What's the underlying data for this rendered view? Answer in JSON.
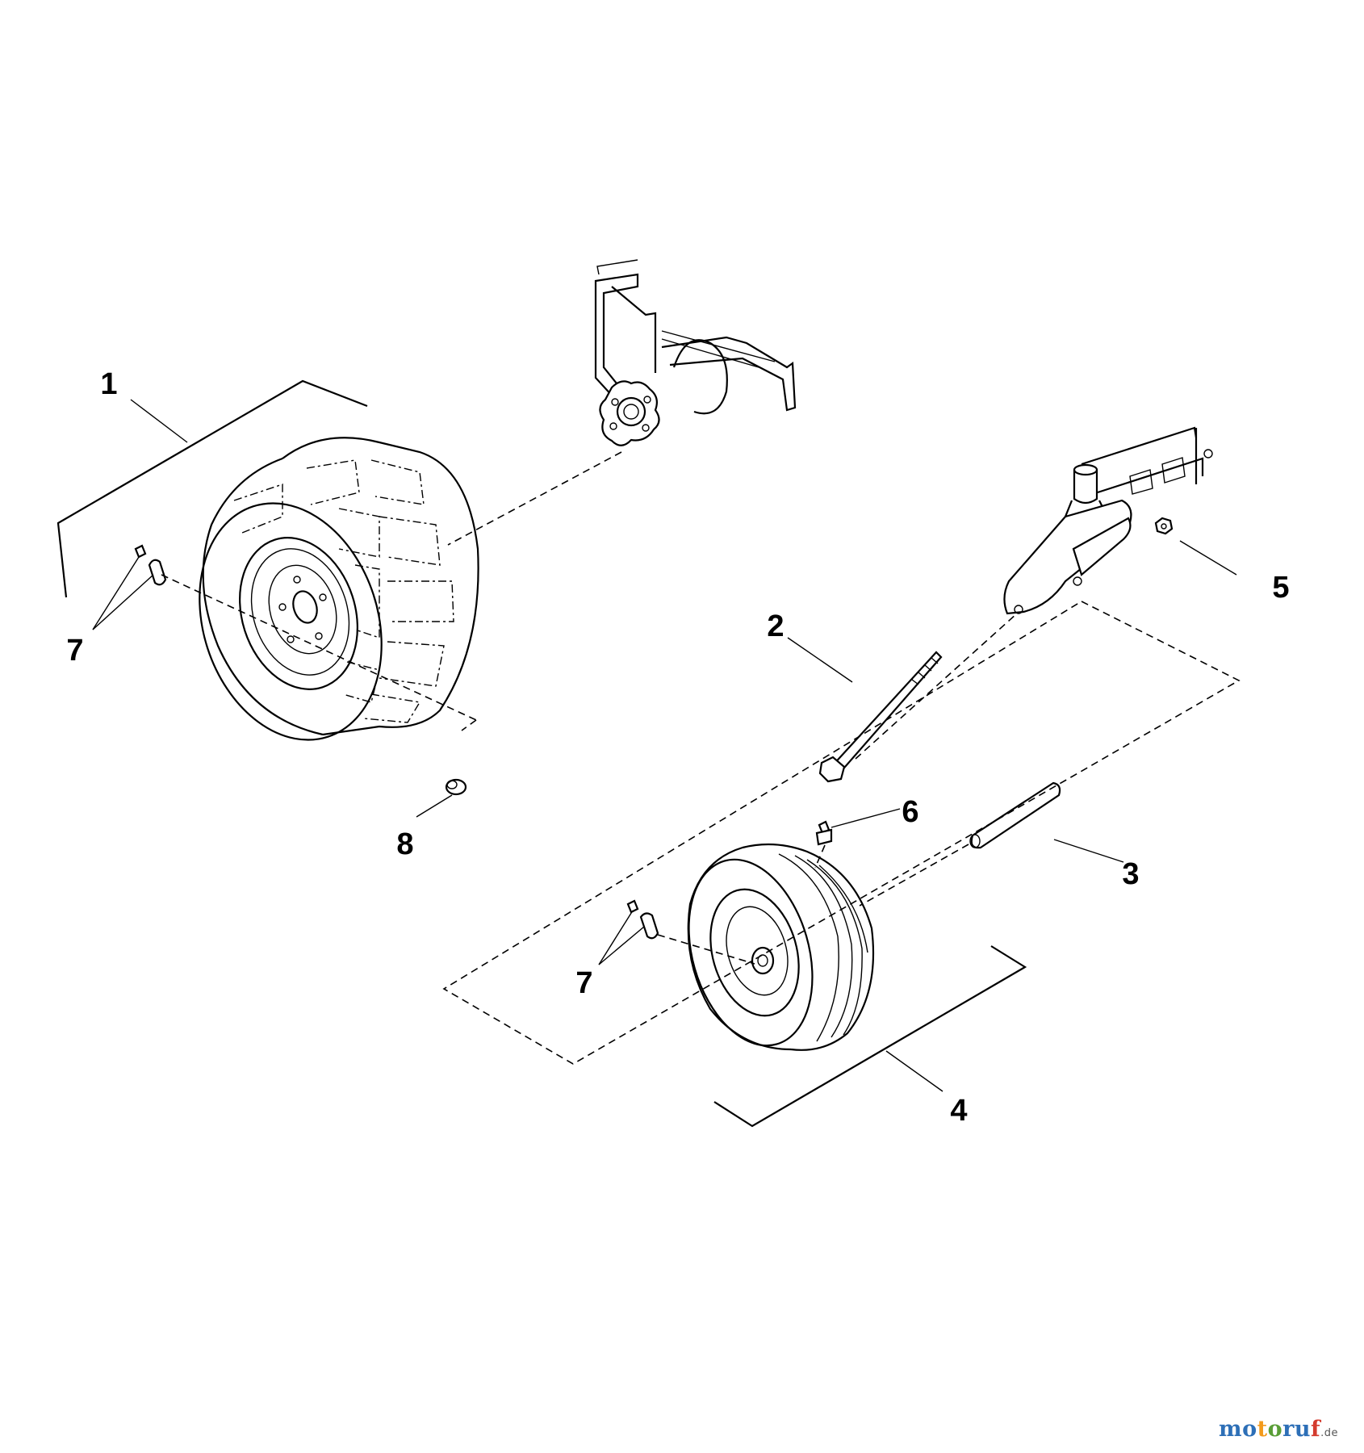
{
  "callouts": {
    "c1": "1",
    "c2": "2",
    "c3": "3",
    "c4": "4",
    "c5": "5",
    "c6": "6",
    "c7a": "7",
    "c7b": "7",
    "c8": "8"
  },
  "watermark": {
    "p1": "mo",
    "p2": "t",
    "p3": "o",
    "p4": "ru",
    "p5": "f",
    "tld": ".de"
  },
  "colors": {
    "line": "#000000",
    "background": "#ffffff",
    "watermark_blue": "#2d6fb7",
    "watermark_orange": "#f39a1b",
    "watermark_green": "#5a9e37",
    "watermark_red": "#d43b2e"
  }
}
